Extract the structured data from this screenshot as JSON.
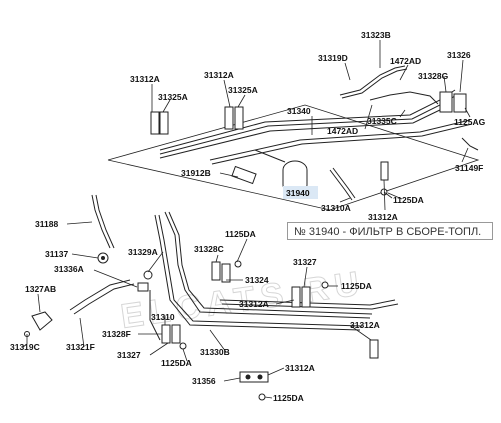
{
  "labels": {
    "l31323B": "31323B",
    "l31319D": "31319D",
    "l1472AD_top": "1472AD",
    "l31326": "31326",
    "l31312A_1": "31312A",
    "l31312A_2": "31312A",
    "l31328G": "31328G",
    "l31325A_1": "31325A",
    "l31325A_2": "31325A",
    "l31340": "31340",
    "l31335C": "31335C",
    "l1125AG": "1125AG",
    "l1472AD_mid": "1472AD",
    "l31912B": "31912B",
    "l31940": "31940",
    "l31149F": "31149F",
    "l1125DA_1": "1125DA",
    "l31310A": "31310A",
    "l31312A_3": "31312A",
    "l31188": "31188",
    "l1125DA_2": "1125DA",
    "l31329A": "31329A",
    "l31328C": "31328C",
    "l31137": "31137",
    "l31336A": "31336A",
    "l31327_1": "31327",
    "l31324": "31324",
    "l1125DA_3": "1125DA",
    "l1327AB": "1327AB",
    "l31312A_4": "31312A",
    "l31310": "31310",
    "l31312A_5": "31312A",
    "l31328F": "31328F",
    "l31319C": "31319C",
    "l31321F": "31321F",
    "l31327_2": "31327",
    "l31330B": "31330B",
    "l1125DA_4": "1125DA",
    "l31312A_6": "31312A",
    "l31356": "31356",
    "l1125DA_5": "1125DA"
  },
  "highlight_part": "31940",
  "tooltip": "№ 31940 - ФИЛЬТР В СБОРЕ-ТОПЛ.",
  "colors": {
    "highlight_bg": "#dbe8f5",
    "line": "#222222"
  }
}
